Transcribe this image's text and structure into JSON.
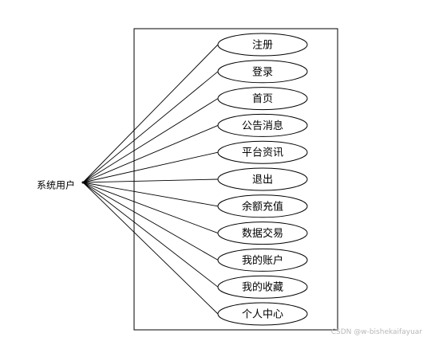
{
  "actor": {
    "label": "系统用户"
  },
  "use_cases": [
    {
      "label": "注册"
    },
    {
      "label": "登录"
    },
    {
      "label": "首页"
    },
    {
      "label": "公告消息"
    },
    {
      "label": "平台资讯"
    },
    {
      "label": "退出"
    },
    {
      "label": "余额充值"
    },
    {
      "label": "数据交易"
    },
    {
      "label": "我的账户"
    },
    {
      "label": "我的收藏"
    },
    {
      "label": "个人中心"
    }
  ],
  "watermark": "CSDN @w-bishekaifayuar"
}
